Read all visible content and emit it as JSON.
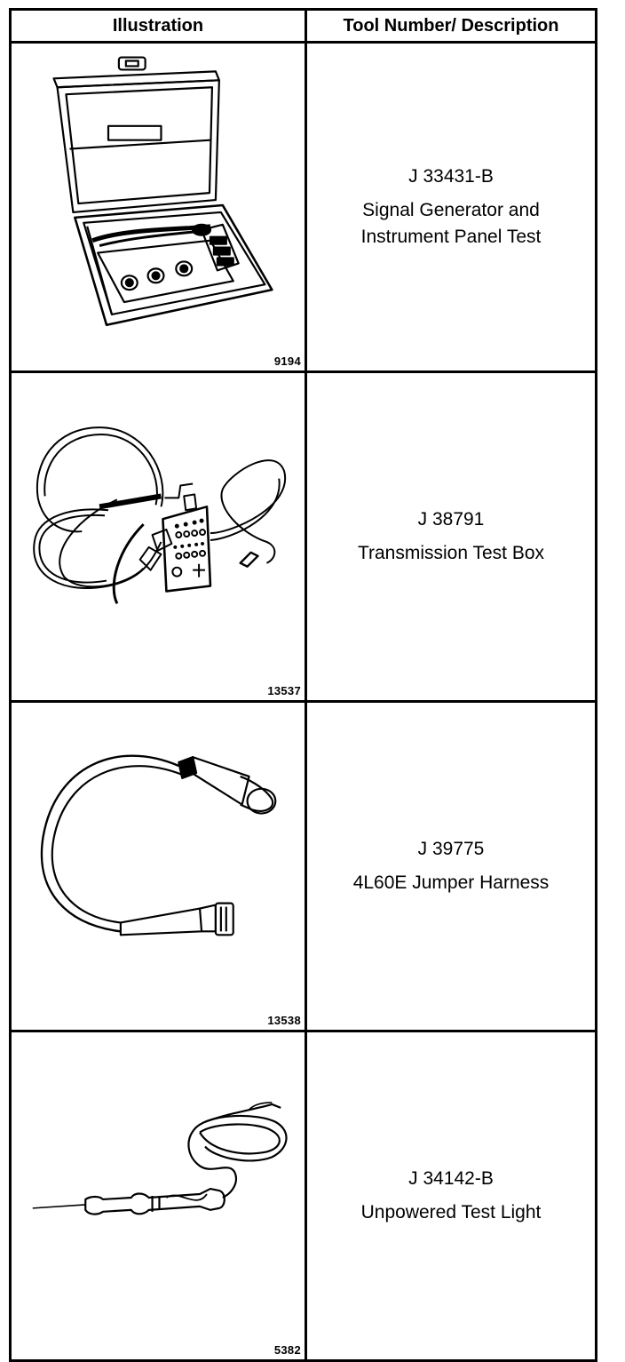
{
  "table": {
    "headers": {
      "illustration": "Illustration",
      "description": "Tool Number/ Description"
    },
    "rows": [
      {
        "figure_number": "9194",
        "tool_number": "J 33431-B",
        "description_line1": "Signal Generator and",
        "description_line2": "Instrument Panel Test",
        "illustration_icon": "signal-generator-case-icon"
      },
      {
        "figure_number": "13537",
        "tool_number": "J 38791",
        "description_line1": "Transmission Test Box",
        "description_line2": "",
        "illustration_icon": "transmission-test-box-icon"
      },
      {
        "figure_number": "13538",
        "tool_number": "J 39775",
        "description_line1": "4L60E Jumper Harness",
        "description_line2": "",
        "illustration_icon": "jumper-harness-icon"
      },
      {
        "figure_number": "5382",
        "tool_number": "J 34142-B",
        "description_line1": "Unpowered Test Light",
        "description_line2": "",
        "illustration_icon": "test-light-icon"
      }
    ]
  }
}
